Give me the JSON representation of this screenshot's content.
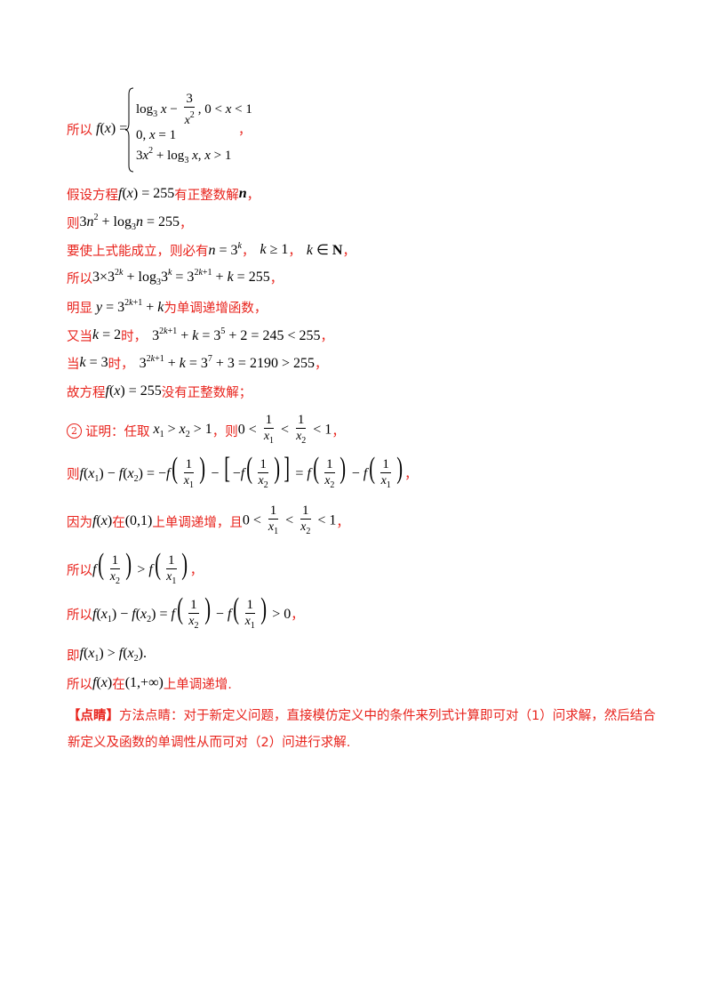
{
  "piecewise": {
    "prefix": "所以",
    "lhs": "f(x) =",
    "case1": "log₃x − 3/x², 0 < x < 1",
    "case2": "0, x = 1",
    "case3": "3x² + log₃x, x > 1",
    "trail": "，"
  },
  "lines": {
    "l1a": "假设方程",
    "l1b": "有正整数解",
    "l2a": "则",
    "l3a": "要使上式能成立，则必有",
    "l4a": "所以",
    "l5a": "明显",
    "l5b": "为单调递增函数，",
    "l6a": "又当",
    "l6b": "时，",
    "l7a": "当",
    "l7b": "时，",
    "l8a": "故方程",
    "l8b": "没有正整数解；",
    "l9num": "②",
    "l9a": "证明：任取",
    "l9b": "，则",
    "l10a": "则",
    "l11a": "因为",
    "l11b": "在",
    "l11c": "上单调递增，且",
    "l12a": "所以",
    "l13a": "所以",
    "l14a": "即",
    "l15a": "所以",
    "l15b": "在",
    "l15c": "上单调递增."
  },
  "tip": {
    "label": "【点睛】",
    "text1": "方法点睛：对于新定义问题，直接模仿定义中的条件来列式计算即可对（1）问求解，然后结合",
    "text2": "新定义及函数的单调性从而可对（2）问进行求解."
  }
}
